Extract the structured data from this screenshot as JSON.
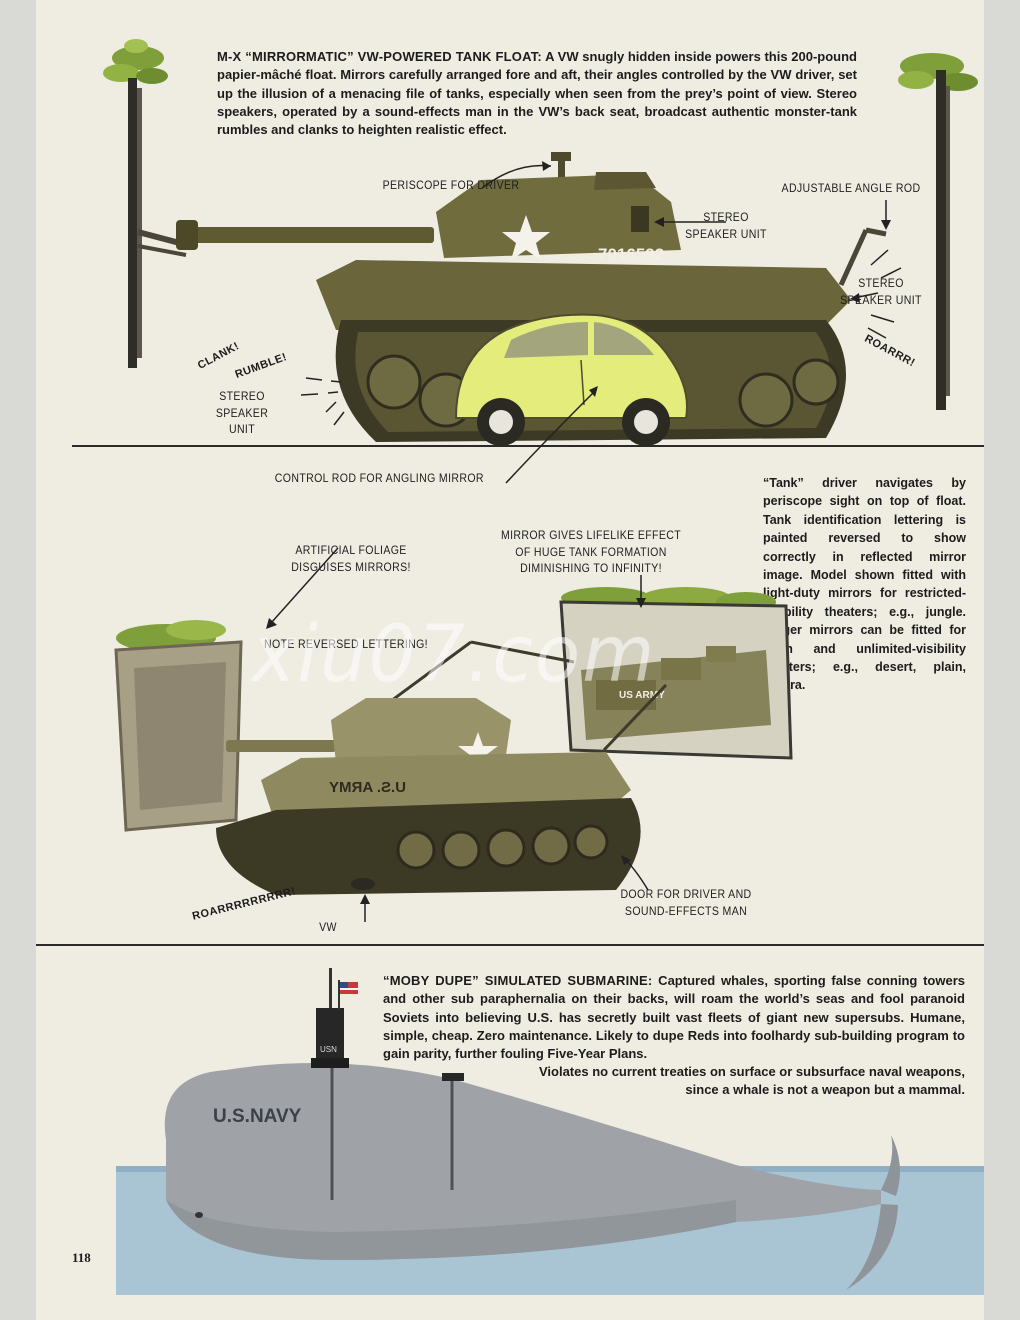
{
  "tank_float": {
    "title": "M-X “MIRRORMATIC” VW-POWERED TANK FLOAT:",
    "body": " A VW snugly hidden inside powers this 200-pound papier-mâché float. Mirrors carefully arranged fore and aft, their angles controlled by the VW driver, set up the illusion of a menacing file of tanks, especially when seen from the prey’s point of view. Stereo speakers, operated by a sound-effects man in the VW’s back seat, broadcast authentic monster-tank rumbles and clanks to heighten realistic effect.",
    "serial": "7016592",
    "labels": {
      "periscope": "PERISCOPE FOR DRIVER",
      "adjustable_rod": "ADJUSTABLE ANGLE ROD",
      "stereo_top_1": "STEREO",
      "stereo_top_2": "SPEAKER UNIT",
      "stereo_right_1": "STEREO",
      "stereo_right_2": "SPEAKER UNIT",
      "stereo_left_1": "STEREO",
      "stereo_left_2": "SPEAKER",
      "stereo_left_3": "UNIT",
      "control_rod": "CONTROL ROD FOR ANGLING MIRROR"
    },
    "sounds": {
      "clank": "CLANK!",
      "rumble": "RUMBLE!",
      "roar": "ROARRR!"
    }
  },
  "mirror_scene": {
    "labels": {
      "foliage_1": "ARTIFICIAL FOLIAGE",
      "foliage_2": "DISGUISES MIRRORS!",
      "mirror_1": "MIRROR GIVES LIFELIKE EFFECT",
      "mirror_2": "OF HUGE TANK FORMATION",
      "mirror_3": "DIMINISHING TO INFINITY!",
      "reversed": "NOTE REVERSED LETTERING!",
      "door_1": "DOOR FOR DRIVER AND",
      "door_2": "SOUND-EFFECTS MAN",
      "vw": "VW"
    },
    "sound": "ROARRRRRRRRR!",
    "tank_lettering": "U.S. ARMY",
    "mirror_lettering": "US ARMY",
    "sidebar": "“Tank” driver navigates by periscope sight on top of float. Tank identification lettering is painted reversed to show correctly in reflected mirror image. Model shown fitted with light-duty mirrors for restricted-visibility theaters; e.g., jungle. Larger mirrors can be fitted for open and unlimited-visibility theaters; e.g., desert, plain, tundra."
  },
  "submarine": {
    "title": "“MOBY DUPE” SIMULATED SUBMARINE:",
    "body": " Captured whales, sporting false conning towers and other sub paraphernalia on their backs, will roam the world’s seas and fool paranoid Soviets into believing U.S. has secretly built vast fleets of giant new supersubs. Humane, simple, cheap. Zero maintenance. Likely to dupe Reds into foolhardy sub-building program to gain parity, further fouling Five-Year Plans.",
    "body_end_1": "Violates no current treaties on surface or subsurface naval weapons,",
    "body_end_2": "since a whale is not a weapon but a mammal.",
    "whale_lettering": "U.S.NAVY",
    "tower_lettering": "USN"
  },
  "watermark": "xiu07.com",
  "page_number": "118",
  "colors": {
    "paper": "#efece2",
    "tank_olive": "#6f6a3c",
    "vw_yellow": "#e4ec7c",
    "whale_gray": "#9fa3a8",
    "sea_blue": "#a9c4d3"
  }
}
